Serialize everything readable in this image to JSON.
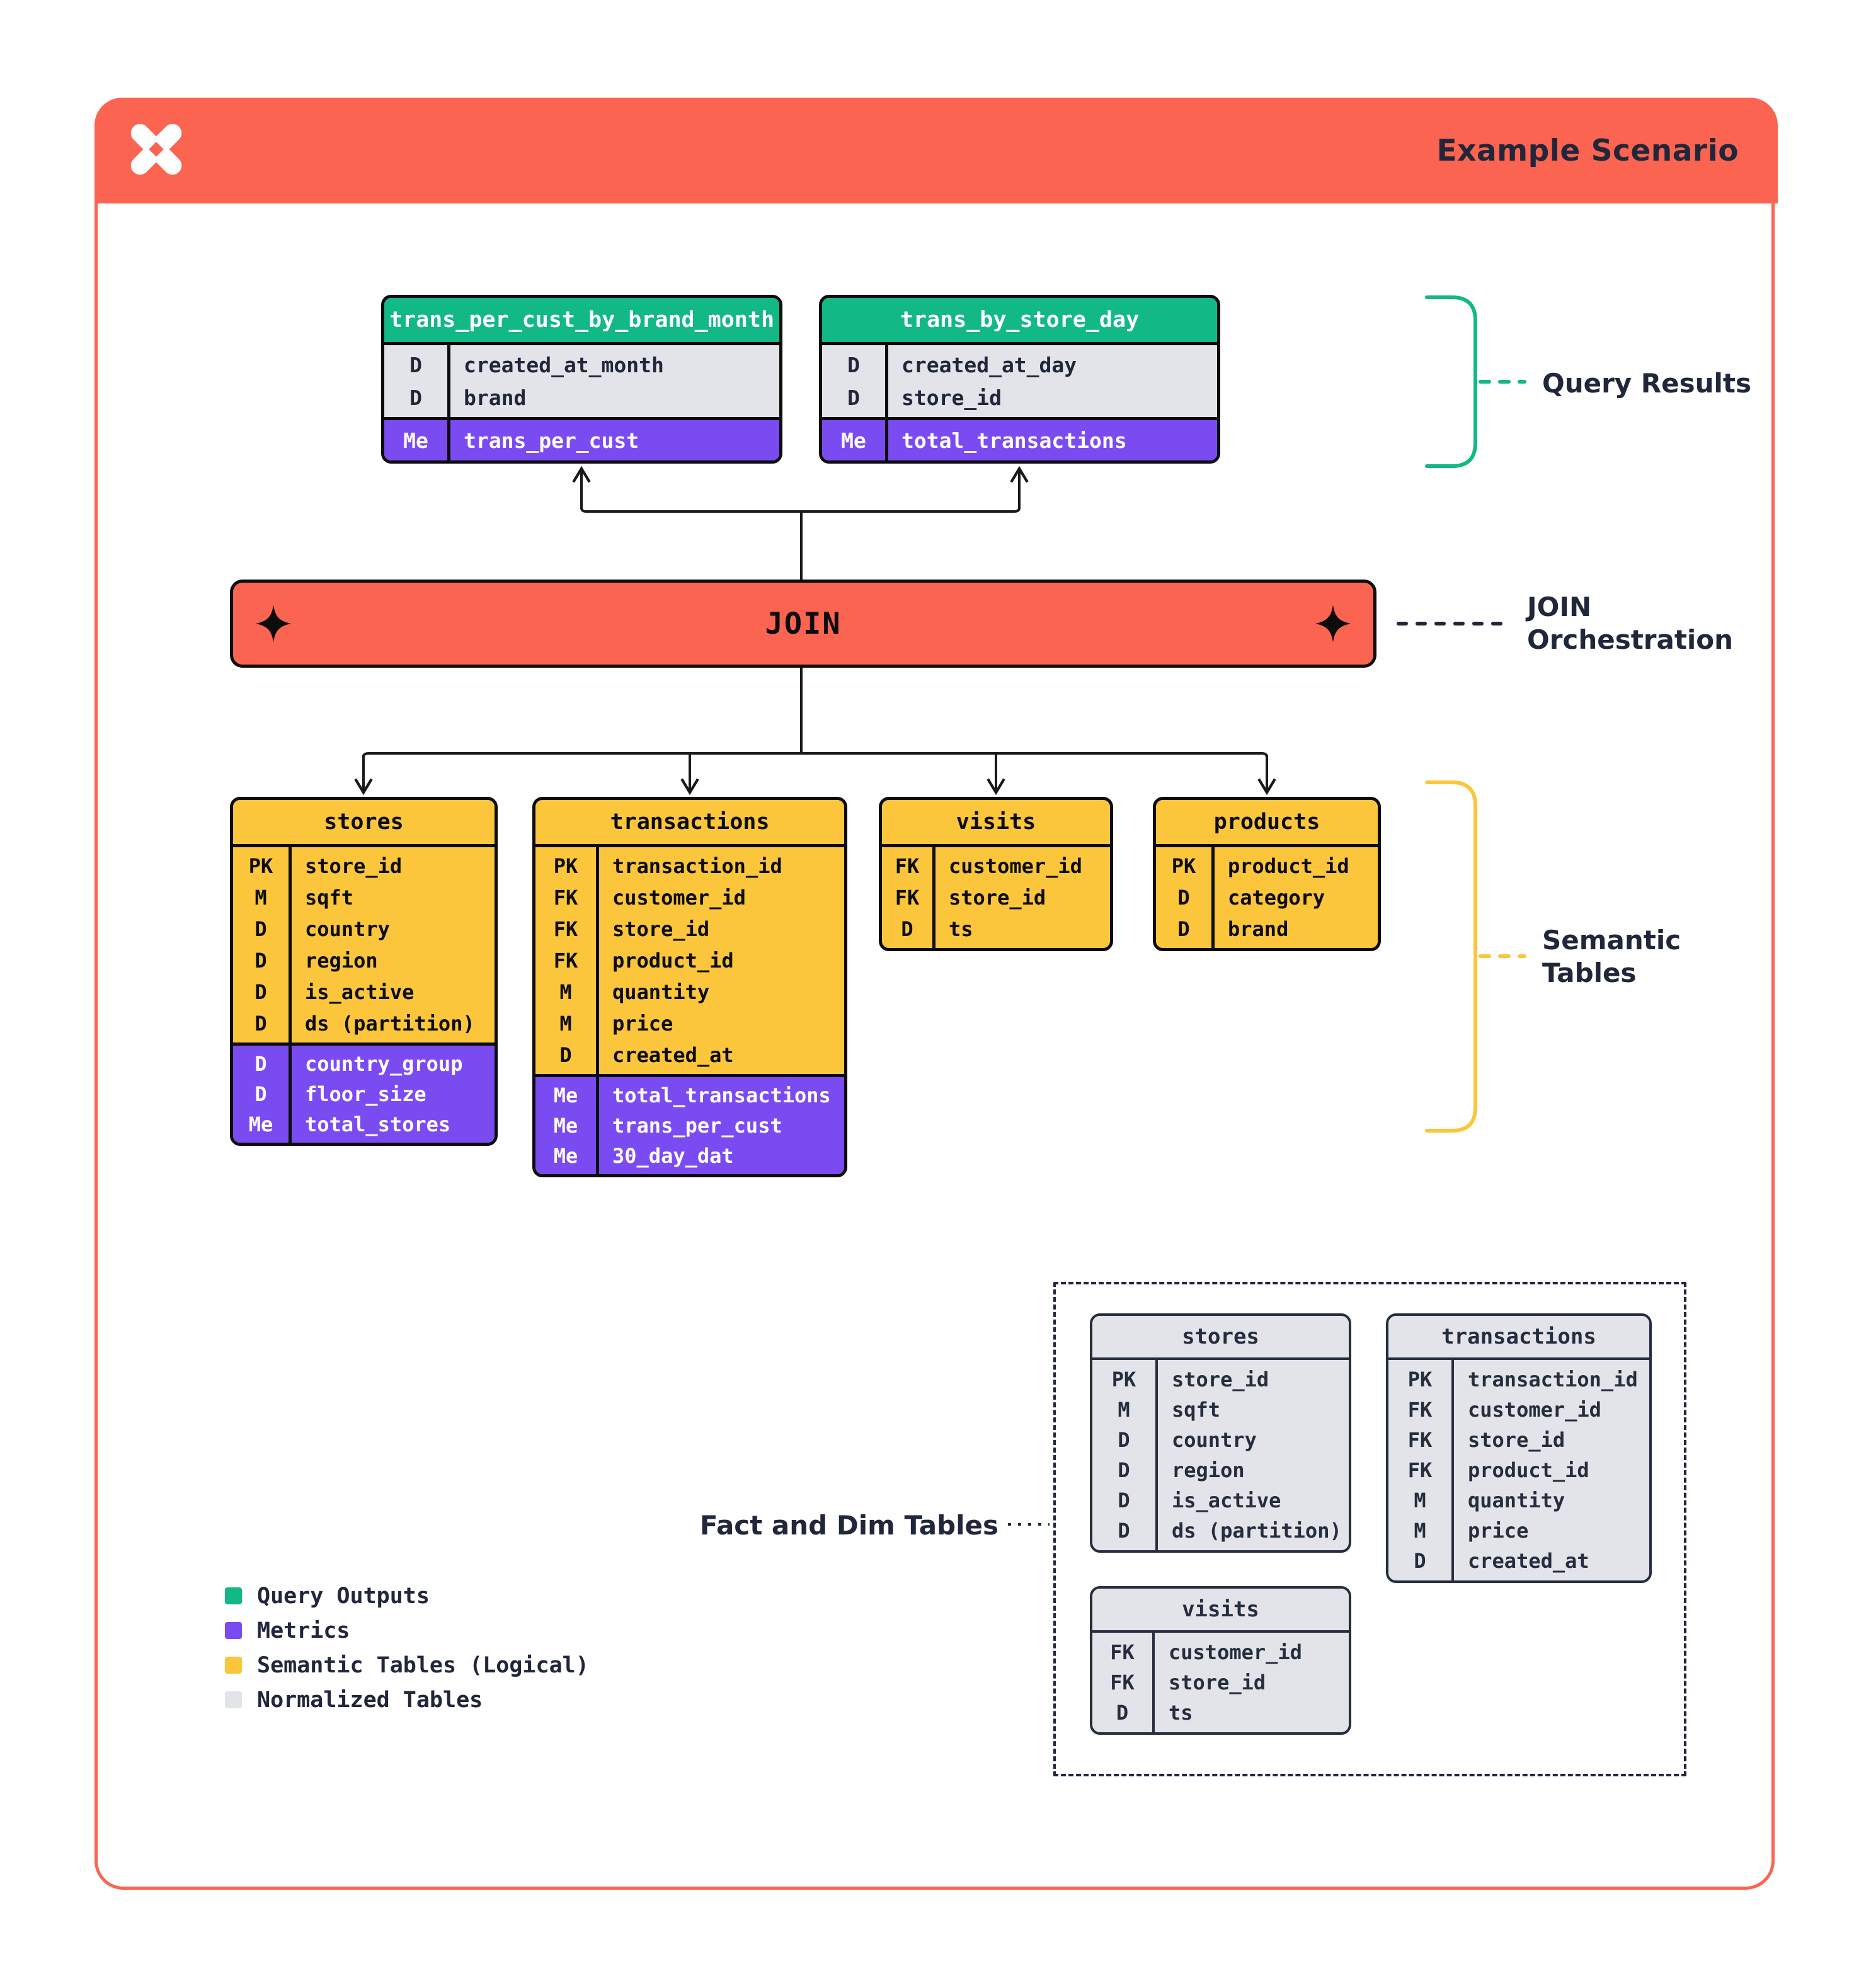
{
  "header": {
    "title": "Example Scenario",
    "logo_icon": "x-star-logo"
  },
  "join": {
    "label": "JOIN"
  },
  "query_tables": [
    {
      "name": "trans_per_cust_by_brand_month",
      "dims": [
        {
          "key": "D",
          "name": "created_at_month"
        },
        {
          "key": "D",
          "name": "brand"
        }
      ],
      "metrics": [
        {
          "key": "Me",
          "name": "trans_per_cust"
        }
      ]
    },
    {
      "name": "trans_by_store_day",
      "dims": [
        {
          "key": "D",
          "name": "created_at_day"
        },
        {
          "key": "D",
          "name": "store_id"
        }
      ],
      "metrics": [
        {
          "key": "Me",
          "name": "total_transactions"
        }
      ]
    }
  ],
  "semantic_tables": [
    {
      "name": "stores",
      "dims": [
        {
          "key": "PK",
          "name": "store_id"
        },
        {
          "key": "M",
          "name": "sqft"
        },
        {
          "key": "D",
          "name": "country"
        },
        {
          "key": "D",
          "name": "region"
        },
        {
          "key": "D",
          "name": "is_active"
        },
        {
          "key": "D",
          "name": "ds (partition)"
        }
      ],
      "metrics": [
        {
          "key": "D",
          "name": "country_group"
        },
        {
          "key": "D",
          "name": "floor_size"
        },
        {
          "key": "Me",
          "name": "total_stores"
        }
      ]
    },
    {
      "name": "transactions",
      "dims": [
        {
          "key": "PK",
          "name": "transaction_id"
        },
        {
          "key": "FK",
          "name": "customer_id"
        },
        {
          "key": "FK",
          "name": "store_id"
        },
        {
          "key": "FK",
          "name": "product_id"
        },
        {
          "key": "M",
          "name": "quantity"
        },
        {
          "key": "M",
          "name": "price"
        },
        {
          "key": "D",
          "name": "created_at"
        }
      ],
      "metrics": [
        {
          "key": "Me",
          "name": "total_transactions"
        },
        {
          "key": "Me",
          "name": "trans_per_cust"
        },
        {
          "key": "Me",
          "name": "30_day_dat"
        }
      ]
    },
    {
      "name": "visits",
      "dims": [
        {
          "key": "FK",
          "name": "customer_id"
        },
        {
          "key": "FK",
          "name": "store_id"
        },
        {
          "key": "D",
          "name": "ts"
        }
      ],
      "metrics": []
    },
    {
      "name": "products",
      "dims": [
        {
          "key": "PK",
          "name": "product_id"
        },
        {
          "key": "D",
          "name": "category"
        },
        {
          "key": "D",
          "name": "brand"
        }
      ],
      "metrics": []
    }
  ],
  "normalized_tables": [
    {
      "name": "stores",
      "rows": [
        {
          "key": "PK",
          "name": "store_id"
        },
        {
          "key": "M",
          "name": "sqft"
        },
        {
          "key": "D",
          "name": "country"
        },
        {
          "key": "D",
          "name": "region"
        },
        {
          "key": "D",
          "name": "is_active"
        },
        {
          "key": "D",
          "name": "ds (partition)"
        }
      ]
    },
    {
      "name": "transactions",
      "rows": [
        {
          "key": "PK",
          "name": "transaction_id"
        },
        {
          "key": "FK",
          "name": "customer_id"
        },
        {
          "key": "FK",
          "name": "store_id"
        },
        {
          "key": "FK",
          "name": "product_id"
        },
        {
          "key": "M",
          "name": "quantity"
        },
        {
          "key": "M",
          "name": "price"
        },
        {
          "key": "D",
          "name": "created_at"
        }
      ]
    },
    {
      "name": "visits",
      "rows": [
        {
          "key": "FK",
          "name": "customer_id"
        },
        {
          "key": "FK",
          "name": "store_id"
        },
        {
          "key": "D",
          "name": "ts"
        }
      ]
    }
  ],
  "annotations": {
    "query_results": "Query Results",
    "join_orchestration": [
      "JOIN",
      "Orchestration"
    ],
    "semantic_tables": [
      "Semantic",
      "Tables"
    ],
    "fact_dim": "Fact and Dim Tables"
  },
  "legend": [
    {
      "label": "Query Outputs",
      "color": "#12B886"
    },
    {
      "label": "Metrics",
      "color": "#7B4BF2"
    },
    {
      "label": "Semantic Tables (Logical)",
      "color": "#FBC63C"
    },
    {
      "label": "Normalized Tables",
      "color": "#E2E4E9"
    }
  ],
  "colors": {
    "accent_orange": "#FA6450",
    "query_green": "#12B886",
    "metric_purple": "#7B4BF2",
    "semantic_yellow": "#FBC63C",
    "normalized_gray": "#E2E4E9",
    "ink": "#21273A",
    "line_black": "#1A1A1A"
  }
}
